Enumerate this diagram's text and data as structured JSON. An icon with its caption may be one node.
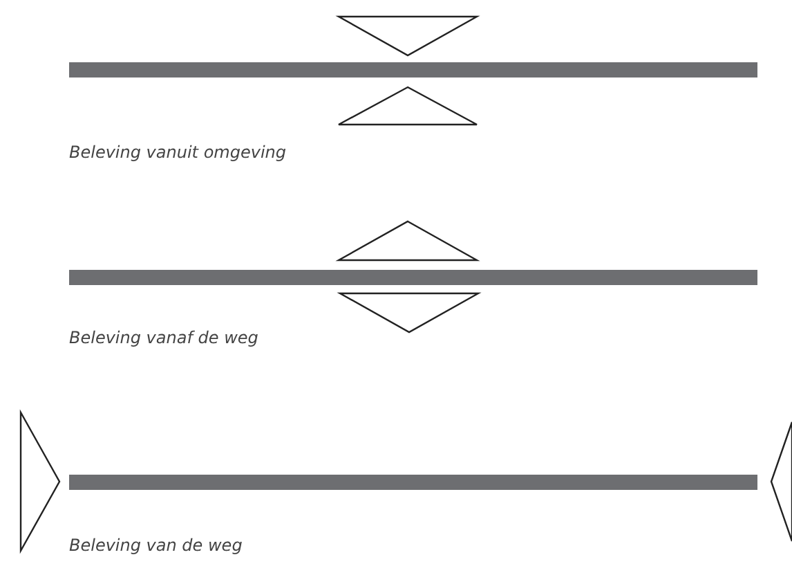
{
  "diagram": {
    "labels": [
      "Beleving vanuit omgeving",
      "Beleving vanaf de weg",
      "Beleving van de weg"
    ]
  }
}
